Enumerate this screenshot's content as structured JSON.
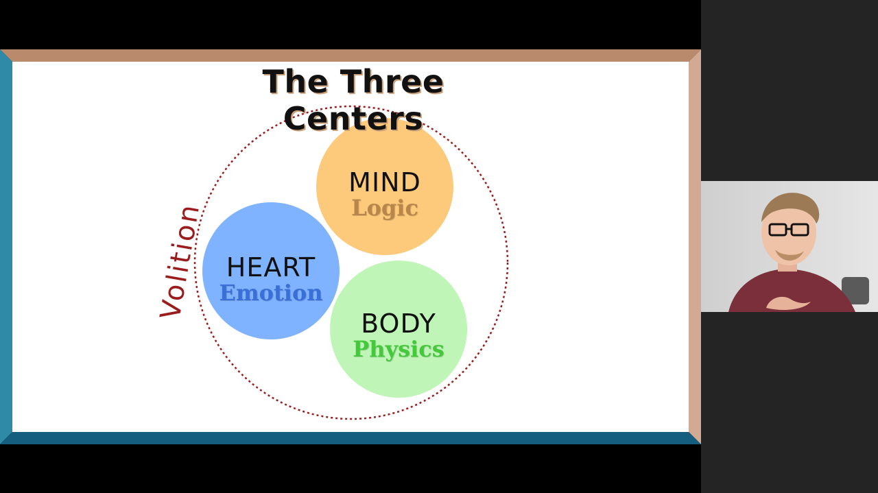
{
  "slide": {
    "title": "The Three Centers",
    "volition_label": "Volition",
    "centers": {
      "mind": {
        "label": "MIND",
        "sub": "Logic",
        "fill": "#fdc97a",
        "sub_color": "#b8864a"
      },
      "heart": {
        "label": "HEART",
        "sub": "Emotion",
        "fill": "#7fb2ff",
        "sub_color": "#3a6fd8"
      },
      "body": {
        "label": "BODY",
        "sub": "Physics",
        "fill": "#bff5b6",
        "sub_color": "#44c93c"
      }
    },
    "colors": {
      "frame_top": "#b98a6c",
      "frame_right": "#d2aa93",
      "frame_left": "#2e8aa6",
      "frame_bottom": "#165e80",
      "dotted_circle": "#9b1c1c",
      "volition": "#9b1c1c"
    }
  },
  "participant_video": {
    "description_icon": "presenter-video-icon"
  },
  "colors": {
    "background": "#000000",
    "sidebar": "#242424"
  }
}
